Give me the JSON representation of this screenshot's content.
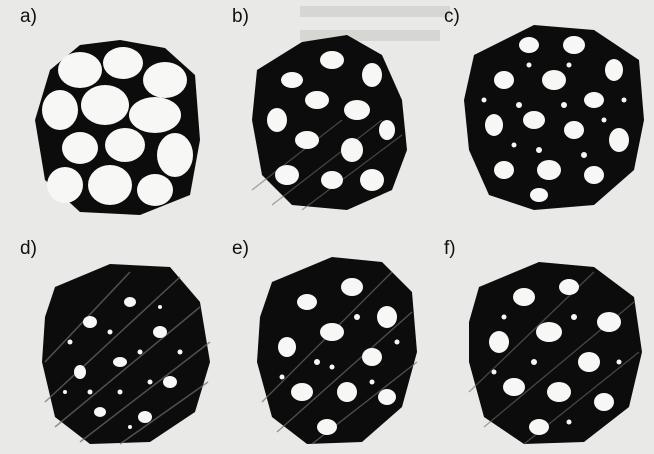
{
  "figure": {
    "panels": [
      {
        "label": "a)",
        "description_key": "grains-touching"
      },
      {
        "label": "b)",
        "description_key": "large-grains-dark-matrix"
      },
      {
        "label": "c)",
        "description_key": "mixed-grains-dark-matrix"
      },
      {
        "label": "d)",
        "description_key": "fine-grains-streaked-matrix"
      },
      {
        "label": "e)",
        "description_key": "mixed-grains-streaked-matrix"
      },
      {
        "label": "f)",
        "description_key": "mixed-grains-streaked-matrix-2"
      }
    ]
  },
  "colors": {
    "background": "#e9e9e7",
    "matrix": "#0c0c0c",
    "grain": "#f7f7f5",
    "streak": "#6d6d6d"
  }
}
